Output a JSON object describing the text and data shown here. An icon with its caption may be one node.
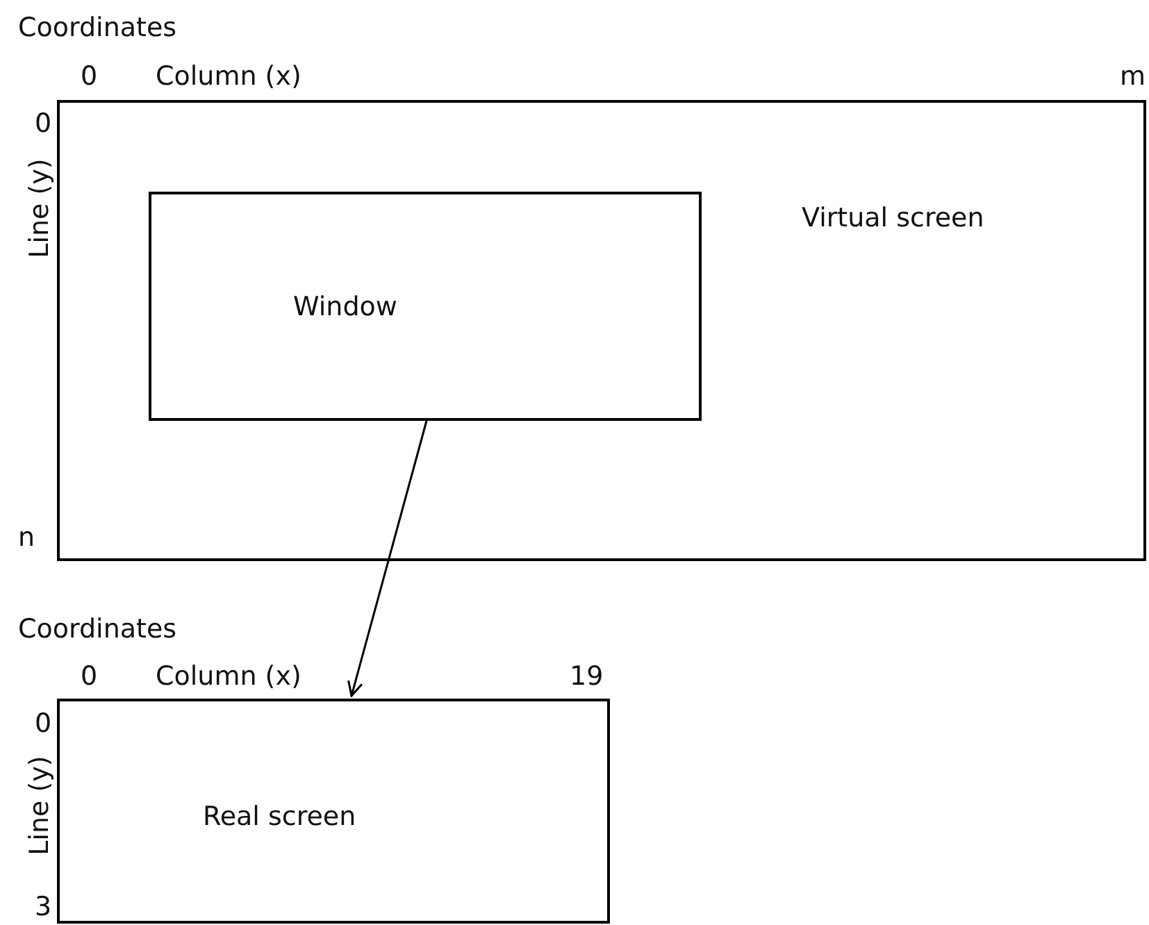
{
  "diagram": {
    "nodes": [
      {
        "text": [
          "Virtual screen"
        ]
      },
      {
        "text": [
          "Window"
        ],
        "in": 0
      },
      {
        "text": [
          "Real screen"
        ]
      }
    ],
    "edges": [
      {
        "from": 1,
        "to": 2,
        "arrow": "to"
      }
    ],
    "labels": [
      "Coordinates",
      "0",
      "Column (x)",
      "m",
      "0",
      "Line (y)",
      "n",
      "Coordinates",
      "0",
      "Column (x)",
      "19",
      "0",
      "Line (y)",
      "3"
    ]
  }
}
